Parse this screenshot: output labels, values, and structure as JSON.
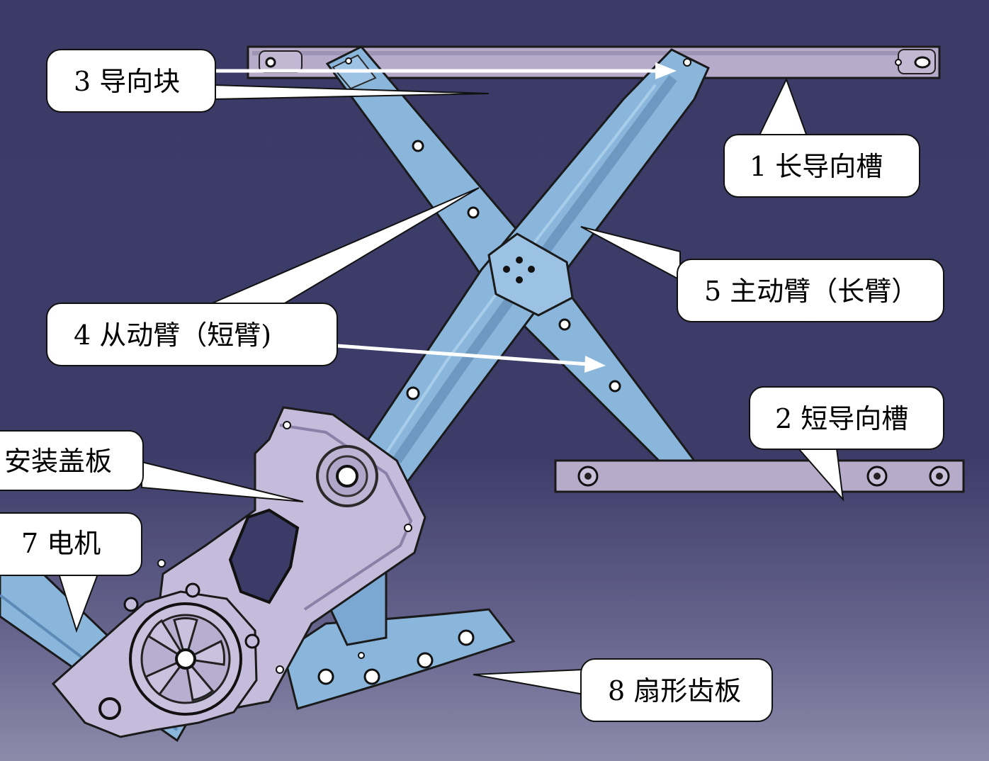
{
  "callouts": {
    "long_guide_rail": "1  长导向槽",
    "short_guide_rail": "2  短导向槽",
    "guide_block": "3  导向块",
    "driven_arm": "4  从动臂（短臂)",
    "driving_arm": "5  主动臂（长臂）",
    "mounting_cover": "安装盖板",
    "motor": "7  电机",
    "sector_gear": "8  扇形齿板"
  },
  "colors": {
    "background": "#3c3b68",
    "arm_blue": "#8ab6dc",
    "rail_lilac": "#b4a9c8",
    "cover_lilac": "#c4bcda",
    "callout_fill": "#ffffff"
  }
}
